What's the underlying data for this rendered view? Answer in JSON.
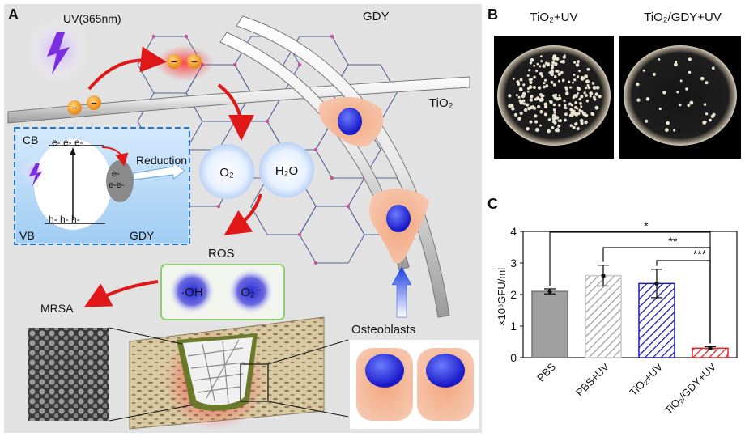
{
  "panel_a": {
    "letter": "A",
    "uv_label": "UV(365nm)",
    "gdy_label": "GDY",
    "tio2_label": "TiO₂",
    "cb_label": "CB",
    "vb_label": "VB",
    "gdy_box_label": "GDY",
    "electrons_top": "e- e- e-",
    "holes_bottom": "h- h- h-",
    "electrons_gdy_1": "e-",
    "electrons_gdy_2": "e-e-",
    "reduction_label": "Reduction",
    "o2_label": "O₂",
    "h2o_label": "H₂O",
    "ros_label": "ROS",
    "oh_label": "·OH",
    "o2minus_label": "O₂⁻",
    "mrsa_label": "MRSA",
    "osteoblasts_label": "Osteoblasts",
    "electron_symbol": "−"
  },
  "panel_b": {
    "letter": "B",
    "left_title": "TiO₂+UV",
    "right_title": "TiO₂/GDY+UV"
  },
  "panel_c": {
    "letter": "C",
    "chart_data": {
      "type": "bar",
      "categories": [
        "PBS",
        "PBS+UV",
        "TiO₂+UV",
        "TiO₂/GDY+UV"
      ],
      "values": [
        2.1,
        2.6,
        2.35,
        0.3
      ],
      "errors": [
        0.08,
        0.33,
        0.45,
        0.05
      ],
      "ylabel": "×10⁶GFU/ml",
      "ylim": [
        0,
        4
      ],
      "yticks": [
        "0",
        "1",
        "2",
        "3",
        "4"
      ],
      "significance": [
        "*",
        "**",
        "***"
      ],
      "colors": [
        "#a0a0a0",
        "#c8c8c8",
        "#1a1ab8",
        "#e0252a"
      ],
      "patterns": [
        "solid",
        "hatch-gray",
        "hatch-blue",
        "hatch-red"
      ]
    }
  }
}
